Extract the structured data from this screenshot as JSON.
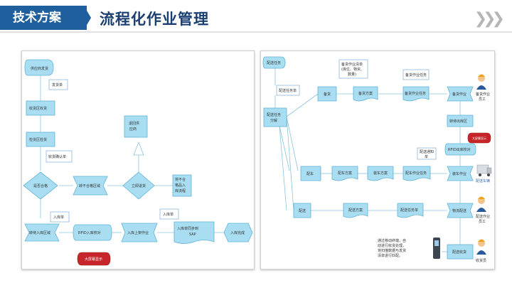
{
  "header": {
    "tag": "技术方案",
    "title": "流程化作业管理"
  },
  "left_chart": {
    "nodes": {
      "n1": "供应商发货",
      "n2": "发货单",
      "n3": "收货区收货",
      "n4": "检货区检货",
      "n5": "收货确认单",
      "n6": "是否合格",
      "n7": "转不合格区域",
      "n8": "立即退货",
      "n9": "退回供应商",
      "n10a": "将不合",
      "n10b": "格品入",
      "n10c": "库流程",
      "n11": "转待入库区域",
      "n12": "入库单",
      "n13": "RFID入库校对",
      "n14": "大屏幕显示",
      "n15": "入库上架作业",
      "n16": "入库单",
      "n17a": "入库单同步到",
      "n17b": "SAP",
      "n18": "入库完成"
    }
  },
  "right_chart": {
    "nodes": {
      "r1": "配送任务",
      "r2": "配送任务单",
      "r3a": "配送任务",
      "r3b": "分解",
      "r4a": "备货作业清单",
      "r4b": "(库位、物资、",
      "r4c": "数量)",
      "r5": "备货",
      "r6": "备货方案",
      "r7": "备货作业任务",
      "r8": "备货作业任务",
      "r9": "备货作业",
      "r10a": "备货作业",
      "r10b": "员工",
      "r11": "转待出库区",
      "r12": "大屏幕显示",
      "r13a": "配送通知",
      "r13b": "单",
      "r14": "RFID出库校对",
      "r15": "配车",
      "r16": "配车方案",
      "r17": "装车方案",
      "r18": "配车作业任务",
      "r19": "装车作业",
      "r20": "配送车辆",
      "r21": "配送",
      "r22": "配送方案",
      "r23": "配送任务单",
      "r24": "物流配送",
      "r25a": "配送作业",
      "r25b": "员工",
      "r26a": "通过移动终端，自",
      "r26b": "动进行收货处理，",
      "r26c": "将扫描数据与发货",
      "r26d": "清单进行匹配。",
      "r27": "配送收货",
      "r28": "收货员"
    }
  }
}
